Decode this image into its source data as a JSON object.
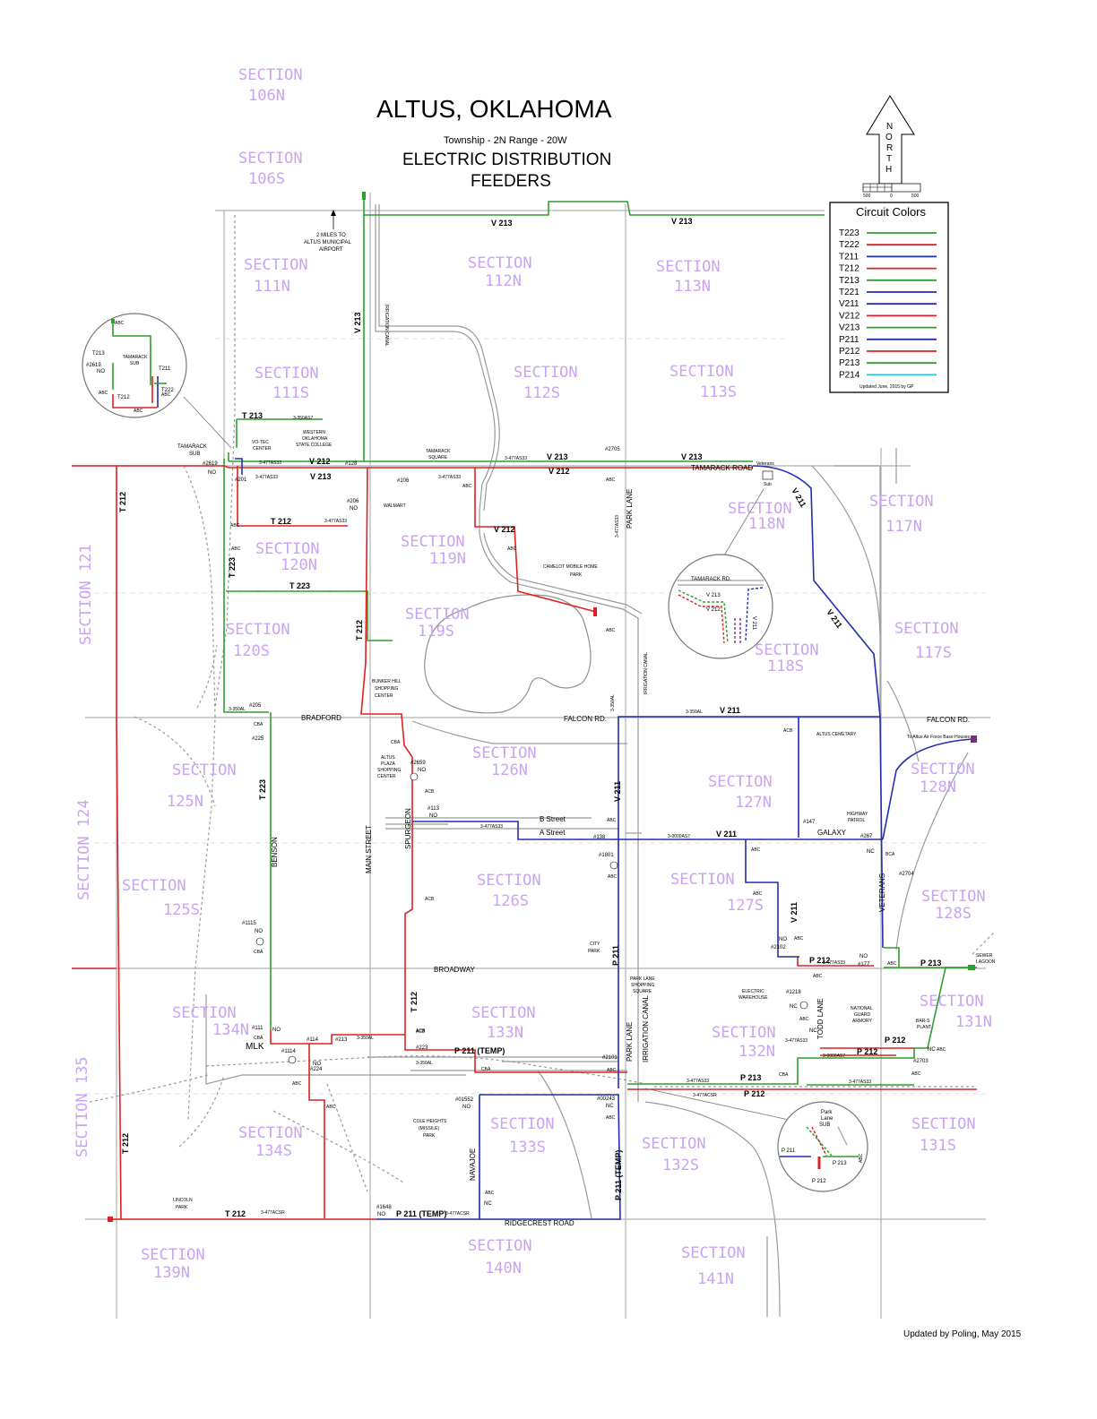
{
  "title": "ALTUS, OKLAHOMA",
  "subtitle": "Township - 2N  Range - 20W",
  "heading1": "ELECTRIC DISTRIBUTION",
  "heading2": "FEEDERS",
  "north": [
    "N",
    "O",
    "R",
    "T",
    "H"
  ],
  "scale": {
    "left": "500",
    "mid": "0",
    "right": "500"
  },
  "legend": {
    "title": "Circuit Colors",
    "items": [
      {
        "label": "T223",
        "color": "#2e9e2e"
      },
      {
        "label": "T222",
        "color": "#e02020"
      },
      {
        "label": "T211",
        "color": "#1f2fb0"
      },
      {
        "label": "T212",
        "color": "#e02020"
      },
      {
        "label": "T213",
        "color": "#2e9e2e"
      },
      {
        "label": "T221",
        "color": "#1f2fb0"
      },
      {
        "label": "V211",
        "color": "#1f2fb0"
      },
      {
        "label": "V212",
        "color": "#e02020"
      },
      {
        "label": "V213",
        "color": "#2e9e2e"
      },
      {
        "label": "P211",
        "color": "#1f2fb0"
      },
      {
        "label": "P212",
        "color": "#e02020"
      },
      {
        "label": "P213",
        "color": "#2e9e2e"
      },
      {
        "label": "P214",
        "color": "#22c6d6"
      }
    ],
    "updated": "Updated June, 2015 by GP"
  },
  "footer": "Updated by Poling, May 2015",
  "sections": {
    "s106n": [
      "SECTION",
      "106N"
    ],
    "s106s": [
      "SECTION",
      "106S"
    ],
    "s111n": [
      "SECTION",
      "111N"
    ],
    "s112n": [
      "SECTION",
      "112N"
    ],
    "s113n": [
      "SECTION",
      "113N"
    ],
    "s111s": [
      "SECTION",
      "111S"
    ],
    "s112s": [
      "SECTION",
      "112S"
    ],
    "s113s": [
      "SECTION",
      "113S"
    ],
    "s118n": [
      "SECTION",
      "118N"
    ],
    "s117n": [
      "SECTION",
      "117N"
    ],
    "s120n": [
      "SECTION",
      "120N"
    ],
    "s119n": [
      "SECTION",
      "119N"
    ],
    "s120s": [
      "SECTION",
      "120S"
    ],
    "s119s": [
      "SECTION",
      "119S"
    ],
    "s118s": [
      "SECTION",
      "118S"
    ],
    "s117s": [
      "SECTION",
      "117S"
    ],
    "s125n": [
      "SECTION",
      "125N"
    ],
    "s126n": [
      "SECTION",
      "126N"
    ],
    "s127n": [
      "SECTION",
      "127N"
    ],
    "s128n": [
      "SECTION",
      "128N"
    ],
    "s125s": [
      "SECTION",
      "125S"
    ],
    "s126s": [
      "SECTION",
      "126S"
    ],
    "s127s": [
      "SECTION",
      "127S"
    ],
    "s128s": [
      "SECTION",
      "128S"
    ],
    "s134n": [
      "SECTION",
      "134N"
    ],
    "s133n": [
      "SECTION",
      "133N"
    ],
    "s132n": [
      "SECTION",
      "132N"
    ],
    "s131n": [
      "SECTION",
      "131N"
    ],
    "s134s": [
      "SECTION",
      "134S"
    ],
    "s133s": [
      "SECTION",
      "133S"
    ],
    "s132s": [
      "SECTION",
      "132S"
    ],
    "s131s": [
      "SECTION",
      "131S"
    ],
    "s139n": [
      "SECTION",
      "139N"
    ],
    "s140n": [
      "SECTION",
      "140N"
    ],
    "s141n": [
      "SECTION",
      "141N"
    ],
    "s121": "SECTION 121",
    "s124": "SECTION 124",
    "s135": "SECTION 135"
  },
  "roads": {
    "tamarack": "TAMARACK ROAD",
    "bradford": "BRADFORD",
    "falcon": "FALCON RD.",
    "falcon2": "FALCON RD.",
    "bstreet": "B Street",
    "astreet": "A Street",
    "galaxy": "GALAXY",
    "broadway": "BROADWAY",
    "mlk": "MLK",
    "ridgecrest": "RIDGECREST ROAD",
    "main": "MAIN STREET",
    "spurgeon": "SPURGEON",
    "benson": "BENSON",
    "parklane": "PARK LANE",
    "parklane2": "PARK LANE",
    "irrcanal": "IRRIGATION CANAL",
    "irrcanal2": "IRRIGATION CANAL",
    "irrcanal3": "IRRIGATION CANAL",
    "navajoe": "NAVAJOE",
    "veterans": "VETERANS",
    "todd": "TODD  LANE"
  },
  "feeders": {
    "v213a": "V 213",
    "v213b": "V 213",
    "v213c": "V 213",
    "v213d": "V 213",
    "v213e": "V 213",
    "v213f": "V 213",
    "v212a": "V 212",
    "v212b": "V 212",
    "v212c": "V 212",
    "v211a": "V 211",
    "v211b": "V 211",
    "v211c": "V 211",
    "v211d": "V 211",
    "v211e": "V 211",
    "v211f": "V 211",
    "t213": "T 213",
    "t212a": "T 212",
    "t212b": "T 212",
    "t212c": "T 212",
    "t212d": "T 212",
    "t212e": "T 212",
    "t212f": "T 212",
    "t223a": "T 223",
    "t223b": "T 223",
    "t223c": "T 223",
    "p212a": "P 212",
    "p212b": "P 212",
    "p212c": "P 212",
    "p212d": "P 212",
    "p213a": "P 213",
    "p213b": "P 213",
    "p211a": "P 211 (TEMP)",
    "p211b": "P 211 (TEMP)",
    "p211c": "P 211 (TEMP)",
    "p211d": "P 211"
  },
  "places": {
    "airport": [
      "2 MILES TO",
      "ALTUS MUNICIPAL",
      "AIRPORT"
    ],
    "tamsub": [
      "TAMARACK",
      "SUB"
    ],
    "votec": [
      "VO-TEC",
      "CENTER"
    ],
    "wosc": [
      "WESTERN",
      "OKLAHOMA",
      "STATE COLLEGE"
    ],
    "tamsq": [
      "TAMARACK",
      "SQUARE"
    ],
    "walmart": "WALMART",
    "camelot": [
      "CAMELOT MOBILE HOME",
      "PARK"
    ],
    "bunker": [
      "BUNKER HILL",
      "SHOPPING",
      "CENTER"
    ],
    "altusplaza": [
      "ALTUS",
      "PLAZA",
      "SHOPPING",
      "CENTER"
    ],
    "cemetery": "ALTUS CEMETARY",
    "afb": "To Altus Air Force Base Houses",
    "patrol": [
      "HIGHWAY",
      "PATROL"
    ],
    "citypark": [
      "CITY",
      "PARK"
    ],
    "plsq": [
      "PARK LANE",
      "SHOPPING",
      "SQUARE"
    ],
    "warehouse": [
      "ELECTRIC",
      "WAREHOUSE"
    ],
    "guard": [
      "NATIONAL",
      "GUARD",
      "ARMORY"
    ],
    "barg": [
      "BAR-S",
      "PLANT"
    ],
    "sewer": [
      "SEWER",
      "LAGOON"
    ],
    "coleheights": [
      "COLE HEIGHTS",
      "(MISSILE)",
      "PARK"
    ],
    "lincoln": [
      "LINCOLN",
      "PARK"
    ],
    "veteranssub": "Veterans",
    "sub": "Sub"
  },
  "nodes": {
    "n2619": "#2619",
    "no1": "NO",
    "n201": "#201",
    "n128": "#128",
    "n106": "#106",
    "n206": "#206",
    "no2": "NO",
    "n2705": "#2705",
    "n205": "#205",
    "n225": "#225",
    "n2659": "#2659",
    "no3": "NO",
    "n113": "#113",
    "no4": "NO",
    "n138": "#138",
    "n1801": "#1801",
    "n147": "#147",
    "n267": "#267",
    "nc1": "NC",
    "n2704": "#2704",
    "n2102": "#2102",
    "no5": "NO",
    "n177": "#177",
    "no6": "NO",
    "n1115": "#1115",
    "no7": "NO",
    "n1218": "#1218",
    "nc2": "NC",
    "n111": "#111",
    "no8": "NO",
    "n114": "#114",
    "n213": "#213",
    "n1114": "#1114",
    "no9": "NO",
    "n224": "#224",
    "n223": "#223",
    "n2101": "#2101",
    "n2703": "#2703",
    "n01552": "#01552",
    "no10": "NO",
    "n00243": "#00243",
    "nc3": "NC",
    "nc4": "NC",
    "n1648": "#1648",
    "no11": "NO",
    "nc5": "NC",
    "nc6": "NC"
  },
  "cables": {
    "c1": "3-477AS33",
    "c2": "3-477AS33",
    "c3": "3-477AS33",
    "c4": "3-477AS33",
    "c5": "3-477AS33",
    "c6": "3-477AS33",
    "c7": "3-350AS7",
    "c8": "3-350AL",
    "c9": "3-350AL",
    "c10": "3-350AL",
    "c11": "3-477AS33",
    "c12": "3-0000AS7",
    "c13": "3-477AS33",
    "c14": "3-477AS33",
    "c15": "3-477ACSR",
    "c16": "3-477AS33",
    "c17": "3-477AS33",
    "c18": "3-350AL",
    "c19": "3-350AL",
    "c20": "3-0000AS7",
    "c21": "3-477ACSR",
    "c22": "3-477ACSR"
  },
  "abc": {
    "a1": "ABC",
    "a2": "ABC",
    "a3": "ABC",
    "a4": "ABC",
    "a5": "ABC",
    "a6": "ABC",
    "a7": "ACB",
    "a8": "CBA",
    "a9": "CBA",
    "a10": "ACB",
    "a11": "ABC",
    "a12": "ACB",
    "a13": "ABC",
    "a14": "ABC",
    "a15": "ABC",
    "a16": "ABC",
    "a17": "ACB",
    "a18": "CBA",
    "a19": "ABC",
    "a20": "ABC",
    "a21": "ABC",
    "a22": "ABC",
    "a23": "CBA",
    "a24": "ABC",
    "a25": "CBA",
    "a26": "ABC",
    "a27": "BCA",
    "a28": "ABC",
    "a29": "CBA",
    "a30": "ABC",
    "a31": "ABC",
    "a32": "ABC",
    "a33": "ACB"
  },
  "insets": {
    "tam": {
      "t213": "T213",
      "n2619": "#2619",
      "no": "NO",
      "sub": [
        "TAMARACK",
        "SUB"
      ],
      "t211": "T211",
      "t212": "T212",
      "t222": "T222",
      "abc1": "ABC",
      "abc2": "ABC",
      "abc3": "ABC",
      "abc4": "ABC"
    },
    "vet": {
      "road": "TAMARACK RD.",
      "v213": "V 213",
      "v212": "V 212",
      "v211": "V 211"
    },
    "pl": {
      "title": [
        "Park",
        "Lane",
        "SUB"
      ],
      "p211": "P 211",
      "p213": "P 213",
      "p212": "P 212",
      "abc": "ABC"
    }
  }
}
